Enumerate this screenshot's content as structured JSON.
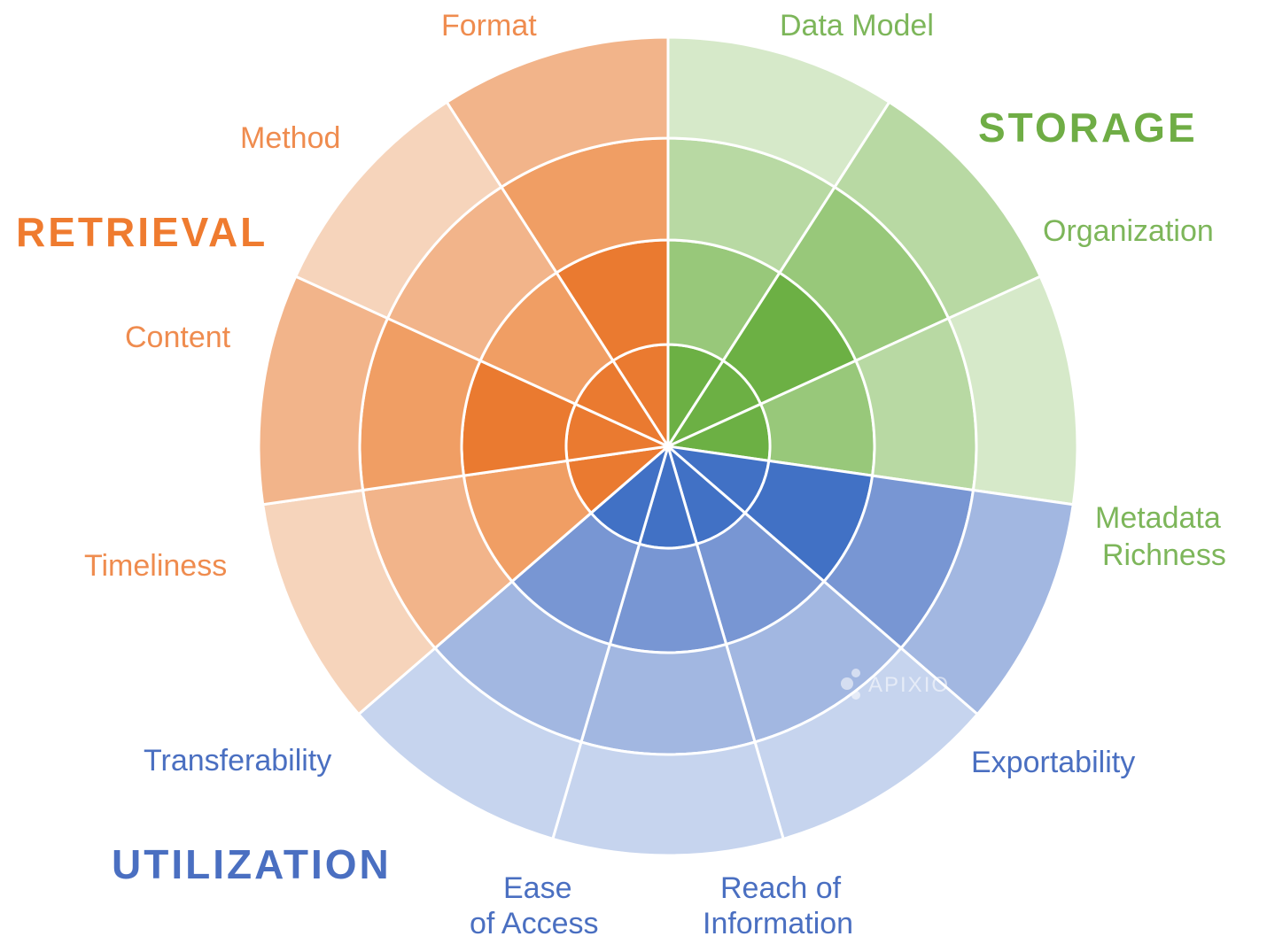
{
  "diagram": {
    "categories": [
      {
        "id": "retrieval",
        "label": "RETRIEVAL",
        "color": "#ef7b2f"
      },
      {
        "id": "storage",
        "label": "STORAGE",
        "color": "#6fad45"
      },
      {
        "id": "utilization",
        "label": "UTILIZATION",
        "color": "#4a6fc1"
      }
    ],
    "ring_shades": {
      "orange": [
        "#ea7a30",
        "#f09e64",
        "#f2b48a",
        "#f6d4bb"
      ],
      "green": [
        "#6cb044",
        "#98c87a",
        "#b8d9a3",
        "#d6e9c9"
      ],
      "blue": [
        "#4171c5",
        "#7896d3",
        "#a2b7e1",
        "#c6d4ee"
      ]
    },
    "segments": [
      {
        "id": "format",
        "label": [
          "Format"
        ],
        "category": "retrieval",
        "level": 2
      },
      {
        "id": "data-model",
        "label": [
          "Data Model"
        ],
        "category": "storage",
        "level": 1
      },
      {
        "id": "organization",
        "label": [
          "Organization"
        ],
        "category": "storage",
        "level": 2
      },
      {
        "id": "metadata-richness",
        "label": [
          "Metadata",
          "Richness"
        ],
        "category": "storage",
        "level": 1
      },
      {
        "id": "exportability",
        "label": [
          "Exportability"
        ],
        "category": "utilization",
        "level": 2
      },
      {
        "id": "reach-of-information",
        "label": [
          "Reach of",
          "Information"
        ],
        "category": "utilization",
        "level": 1
      },
      {
        "id": "ease-of-access",
        "label": [
          "Ease",
          "of Access"
        ],
        "category": "utilization",
        "level": 1
      },
      {
        "id": "transferability",
        "label": [
          "Transferability"
        ],
        "category": "utilization",
        "level": 1
      },
      {
        "id": "timeliness",
        "label": [
          "Timeliness"
        ],
        "category": "retrieval",
        "level": 1
      },
      {
        "id": "content",
        "label": [
          "Content"
        ],
        "category": "retrieval",
        "level": 2
      },
      {
        "id": "method",
        "label": [
          "Method"
        ],
        "category": "retrieval",
        "level": 1
      }
    ],
    "watermark": "APIXIO"
  }
}
